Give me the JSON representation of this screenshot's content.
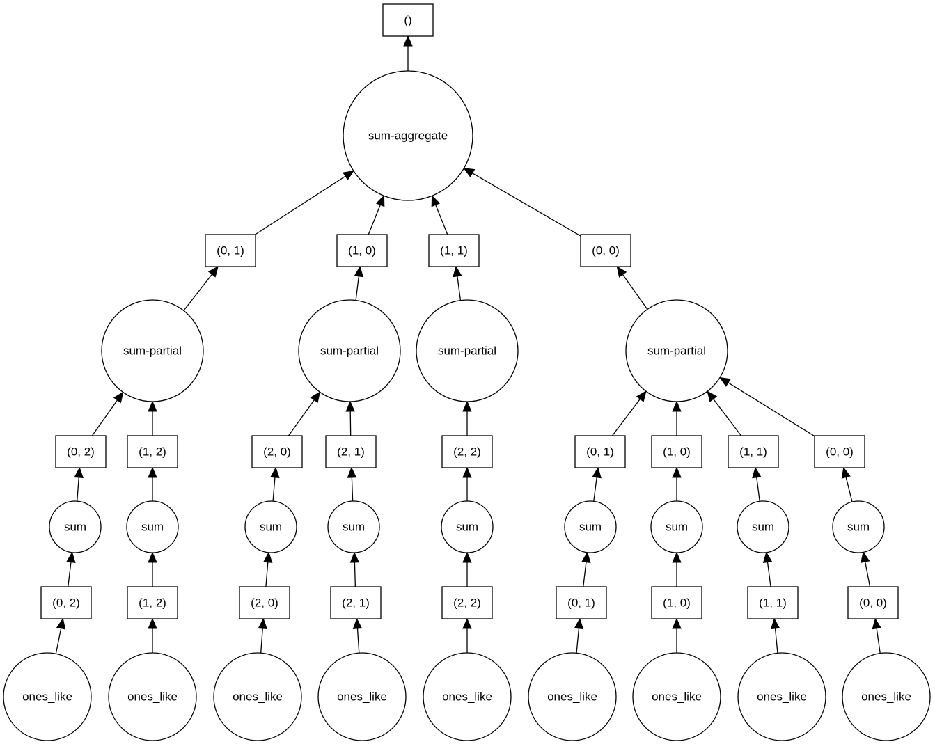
{
  "graph": {
    "nodes": [
      {
        "id": "out",
        "type": "box",
        "label": "()"
      },
      {
        "id": "agg",
        "type": "circle",
        "label": "sum-aggregate"
      },
      {
        "id": "p01",
        "type": "box",
        "label": "(0, 1)"
      },
      {
        "id": "p10",
        "type": "box",
        "label": "(1, 0)"
      },
      {
        "id": "p11",
        "type": "box",
        "label": "(1, 1)"
      },
      {
        "id": "p00",
        "type": "box",
        "label": "(0, 0)"
      },
      {
        "id": "sp1",
        "type": "circle",
        "label": "sum-partial"
      },
      {
        "id": "sp2",
        "type": "circle",
        "label": "sum-partial"
      },
      {
        "id": "sp3",
        "type": "circle",
        "label": "sum-partial"
      },
      {
        "id": "sp4",
        "type": "circle",
        "label": "sum-partial"
      },
      {
        "id": "b02",
        "type": "box",
        "label": "(0, 2)"
      },
      {
        "id": "b12",
        "type": "box",
        "label": "(1, 2)"
      },
      {
        "id": "b20",
        "type": "box",
        "label": "(2, 0)"
      },
      {
        "id": "b21",
        "type": "box",
        "label": "(2, 1)"
      },
      {
        "id": "b22",
        "type": "box",
        "label": "(2, 2)"
      },
      {
        "id": "b01",
        "type": "box",
        "label": "(0, 1)"
      },
      {
        "id": "b10",
        "type": "box",
        "label": "(1, 0)"
      },
      {
        "id": "b11",
        "type": "box",
        "label": "(1, 1)"
      },
      {
        "id": "b00",
        "type": "box",
        "label": "(0, 0)"
      },
      {
        "id": "s02",
        "type": "circle",
        "label": "sum"
      },
      {
        "id": "s12",
        "type": "circle",
        "label": "sum"
      },
      {
        "id": "s20",
        "type": "circle",
        "label": "sum"
      },
      {
        "id": "s21",
        "type": "circle",
        "label": "sum"
      },
      {
        "id": "s22",
        "type": "circle",
        "label": "sum"
      },
      {
        "id": "s01",
        "type": "circle",
        "label": "sum"
      },
      {
        "id": "s10",
        "type": "circle",
        "label": "sum"
      },
      {
        "id": "s11",
        "type": "circle",
        "label": "sum"
      },
      {
        "id": "s00",
        "type": "circle",
        "label": "sum"
      },
      {
        "id": "c02",
        "type": "box",
        "label": "(0, 2)"
      },
      {
        "id": "c12",
        "type": "box",
        "label": "(1, 2)"
      },
      {
        "id": "c20",
        "type": "box",
        "label": "(2, 0)"
      },
      {
        "id": "c21",
        "type": "box",
        "label": "(2, 1)"
      },
      {
        "id": "c22",
        "type": "box",
        "label": "(2, 2)"
      },
      {
        "id": "c01",
        "type": "box",
        "label": "(0, 1)"
      },
      {
        "id": "c10",
        "type": "box",
        "label": "(1, 0)"
      },
      {
        "id": "c11",
        "type": "box",
        "label": "(1, 1)"
      },
      {
        "id": "c00",
        "type": "box",
        "label": "(0, 0)"
      },
      {
        "id": "o02",
        "type": "circle",
        "label": "ones_like"
      },
      {
        "id": "o12",
        "type": "circle",
        "label": "ones_like"
      },
      {
        "id": "o20",
        "type": "circle",
        "label": "ones_like"
      },
      {
        "id": "o21",
        "type": "circle",
        "label": "ones_like"
      },
      {
        "id": "o22",
        "type": "circle",
        "label": "ones_like"
      },
      {
        "id": "o01",
        "type": "circle",
        "label": "ones_like"
      },
      {
        "id": "o10",
        "type": "circle",
        "label": "ones_like"
      },
      {
        "id": "o11",
        "type": "circle",
        "label": "ones_like"
      },
      {
        "id": "o00",
        "type": "circle",
        "label": "ones_like"
      }
    ],
    "edges": [
      [
        "agg",
        "out"
      ],
      [
        "p01",
        "agg"
      ],
      [
        "p10",
        "agg"
      ],
      [
        "p11",
        "agg"
      ],
      [
        "p00",
        "agg"
      ],
      [
        "sp1",
        "p01"
      ],
      [
        "sp2",
        "p10"
      ],
      [
        "sp3",
        "p11"
      ],
      [
        "sp4",
        "p00"
      ],
      [
        "b02",
        "sp1"
      ],
      [
        "b12",
        "sp1"
      ],
      [
        "b20",
        "sp2"
      ],
      [
        "b21",
        "sp2"
      ],
      [
        "b22",
        "sp3"
      ],
      [
        "b01",
        "sp4"
      ],
      [
        "b10",
        "sp4"
      ],
      [
        "b11",
        "sp4"
      ],
      [
        "b00",
        "sp4"
      ],
      [
        "s02",
        "b02"
      ],
      [
        "s12",
        "b12"
      ],
      [
        "s20",
        "b20"
      ],
      [
        "s21",
        "b21"
      ],
      [
        "s22",
        "b22"
      ],
      [
        "s01",
        "b01"
      ],
      [
        "s10",
        "b10"
      ],
      [
        "s11",
        "b11"
      ],
      [
        "s00",
        "b00"
      ],
      [
        "c02",
        "s02"
      ],
      [
        "c12",
        "s12"
      ],
      [
        "c20",
        "s20"
      ],
      [
        "c21",
        "s21"
      ],
      [
        "c22",
        "s22"
      ],
      [
        "c01",
        "s01"
      ],
      [
        "c10",
        "s10"
      ],
      [
        "c11",
        "s11"
      ],
      [
        "c00",
        "s00"
      ],
      [
        "o02",
        "c02"
      ],
      [
        "o12",
        "c12"
      ],
      [
        "o20",
        "c20"
      ],
      [
        "o21",
        "c21"
      ],
      [
        "o22",
        "c22"
      ],
      [
        "o01",
        "c01"
      ],
      [
        "o10",
        "c10"
      ],
      [
        "o11",
        "c11"
      ],
      [
        "o00",
        "c00"
      ]
    ]
  }
}
